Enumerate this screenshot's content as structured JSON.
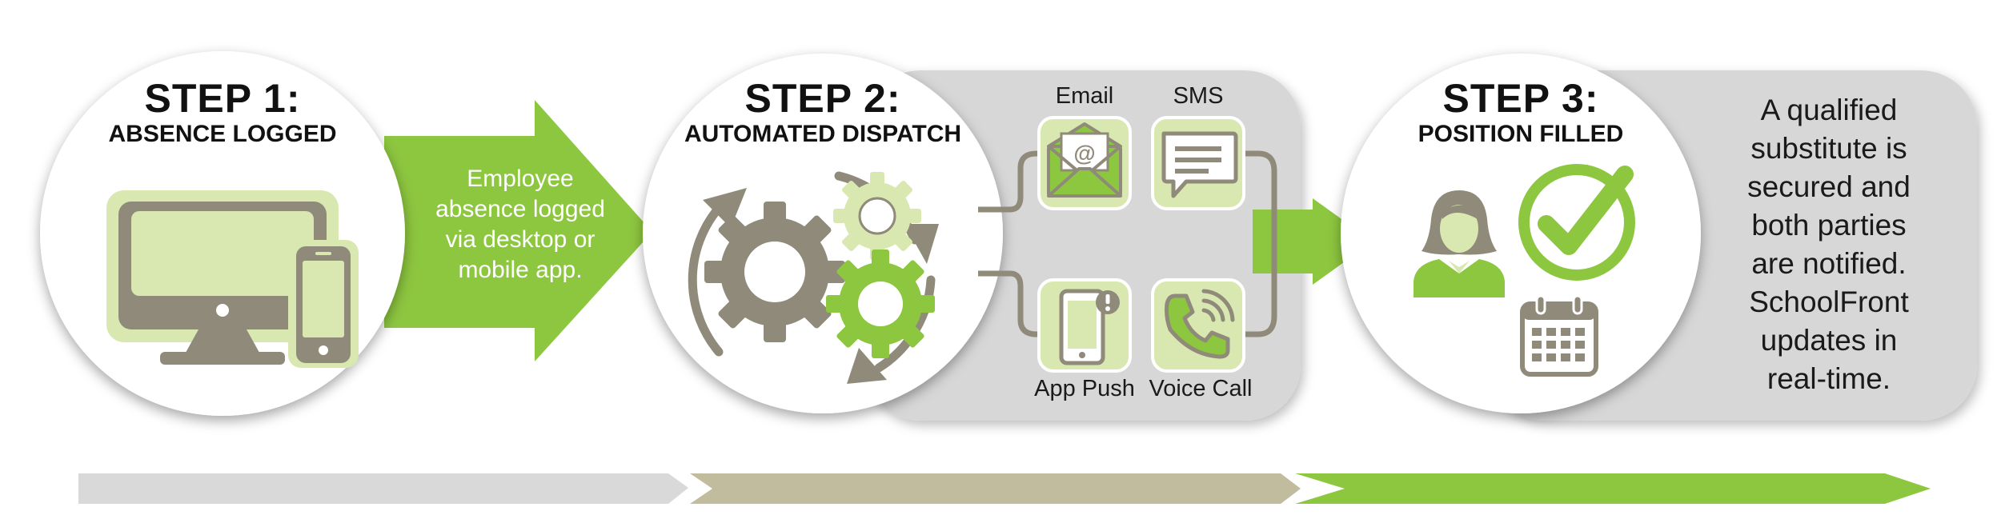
{
  "steps": [
    {
      "number": "STEP 1:",
      "subtitle": "ABSENCE LOGGED"
    },
    {
      "number": "STEP 2:",
      "subtitle": "AUTOMATED DISPATCH"
    },
    {
      "number": "STEP 3:",
      "subtitle": "POSITION FILLED"
    }
  ],
  "arrow_text": [
    "Employee",
    "absence logged",
    "via desktop or",
    "mobile app."
  ],
  "channels": [
    "Email",
    "SMS",
    "App Push",
    "Voice Call"
  ],
  "result_text": [
    "A qualified",
    "substitute is",
    "secured and",
    "both parties",
    "are notified.",
    "SchoolFront",
    "updates in",
    "real-time."
  ],
  "icons": [
    "desktop-monitor-icon",
    "smartphone-icon",
    "gears-icon",
    "cycle-arrows-icon",
    "email-icon",
    "sms-icon",
    "app-push-icon",
    "phone-call-icon",
    "person-icon",
    "check-icon",
    "calendar-icon"
  ],
  "colors": {
    "green": "#8dc63f",
    "light_green": "#d9e8b0",
    "gray": "#8f8a7a",
    "panel_gray": "#d7d7d7",
    "progress_gray": "#d9d9d9",
    "progress_taupe": "#c2bc9e"
  }
}
